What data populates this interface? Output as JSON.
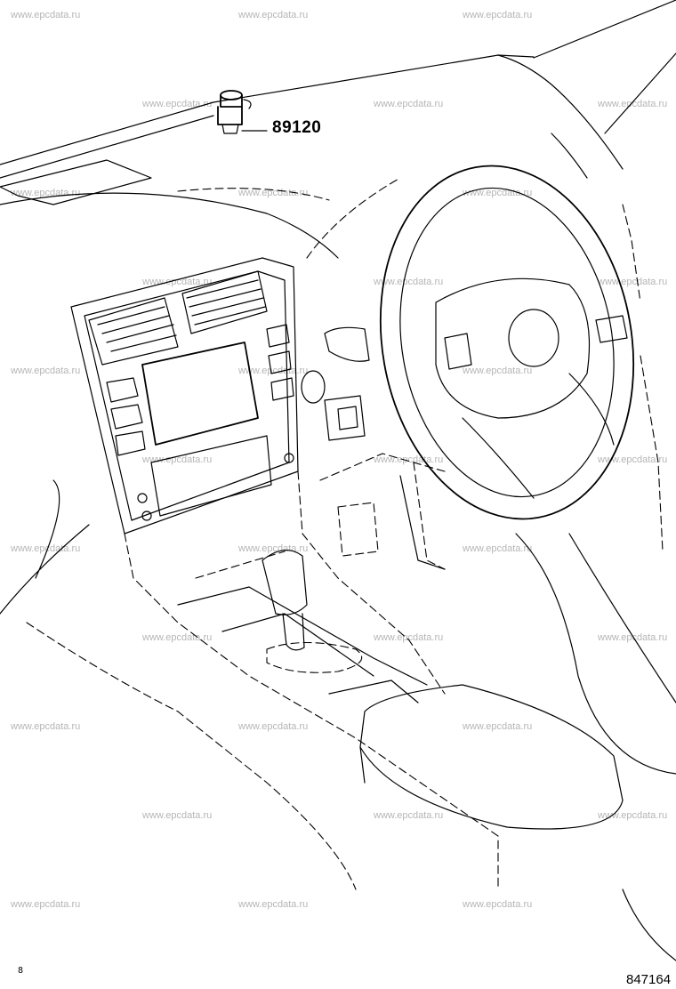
{
  "diagram": {
    "part_callout": "89120",
    "illustration_id": "847164",
    "corner_mark": "8",
    "watermark": "www.epcdata.ru"
  }
}
